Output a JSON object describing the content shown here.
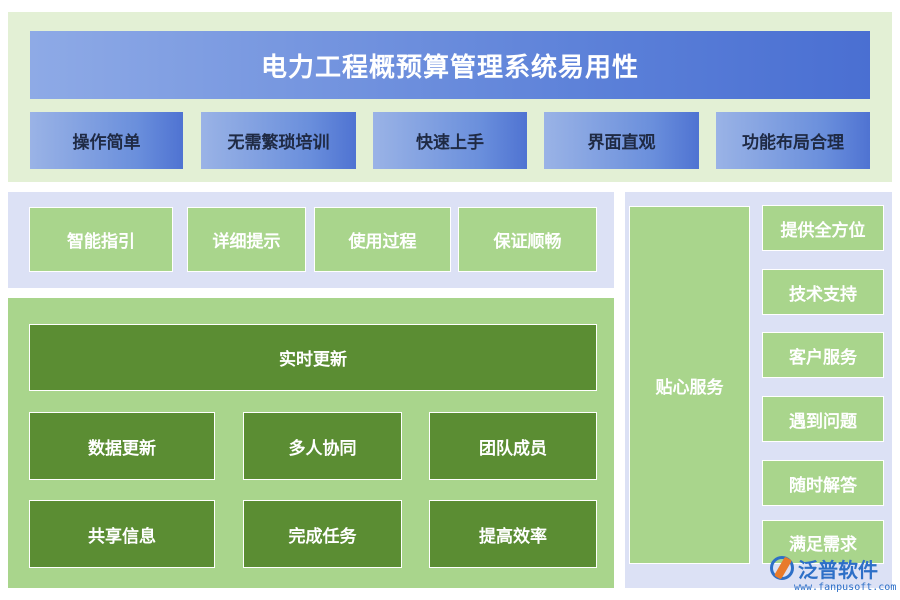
{
  "title": "电力工程概预算管理系统易用性",
  "top_row": [
    "操作简单",
    "无需繁琐培训",
    "快速上手",
    "界面直观",
    "功能布局合理"
  ],
  "mid_row": [
    "智能指引",
    "详细提示",
    "使用过程",
    "保证顺畅"
  ],
  "realtime": "实时更新",
  "grid": [
    "数据更新",
    "多人协同",
    "团队成员",
    "共享信息",
    "完成任务",
    "提高效率"
  ],
  "service": {
    "label": "贴心服务",
    "items": [
      "提供全方位",
      "技术支持",
      "客户服务",
      "遇到问题",
      "随时解答",
      "满足需求"
    ]
  },
  "logo": {
    "name": "泛普软件",
    "url": "www.fanpusoft.com"
  },
  "colors": {
    "title_blue": "#5a7fd8",
    "light_green": "#a9d58c",
    "dark_green": "#5b8d33",
    "panel_green": "#e3f0d5",
    "panel_lavender": "#dce1f5",
    "logo_blue": "#2d6fc7",
    "logo_orange": "#e87a2a"
  }
}
